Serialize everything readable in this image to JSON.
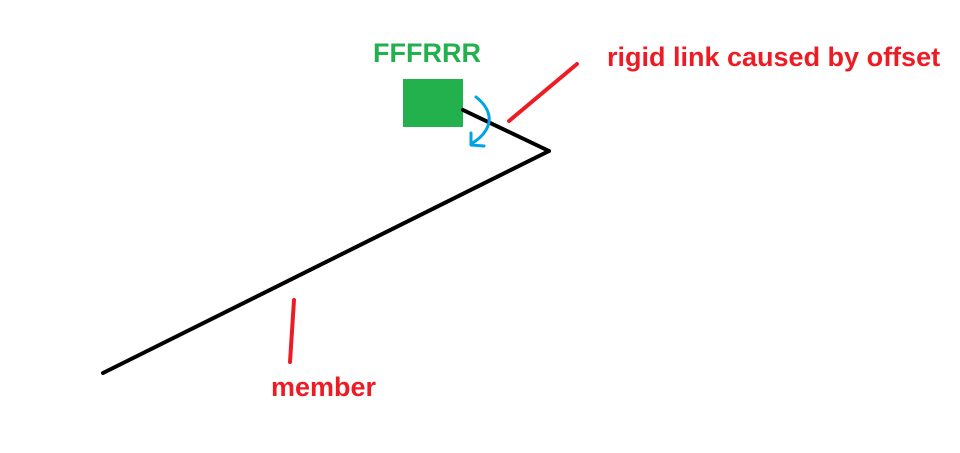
{
  "labels": {
    "node": "FFFRRR",
    "rigid_link": "rigid link caused by offset",
    "member": "member"
  },
  "colors": {
    "node_label": "#22b14c",
    "node_box": "#22b14c",
    "annotation": "#ed1c24",
    "structure_line": "#000000",
    "rotation_arrow": "#00a2e8"
  },
  "icons": {
    "node": "green-square-node",
    "rotation": "curved-rotation-arrow-icon"
  }
}
